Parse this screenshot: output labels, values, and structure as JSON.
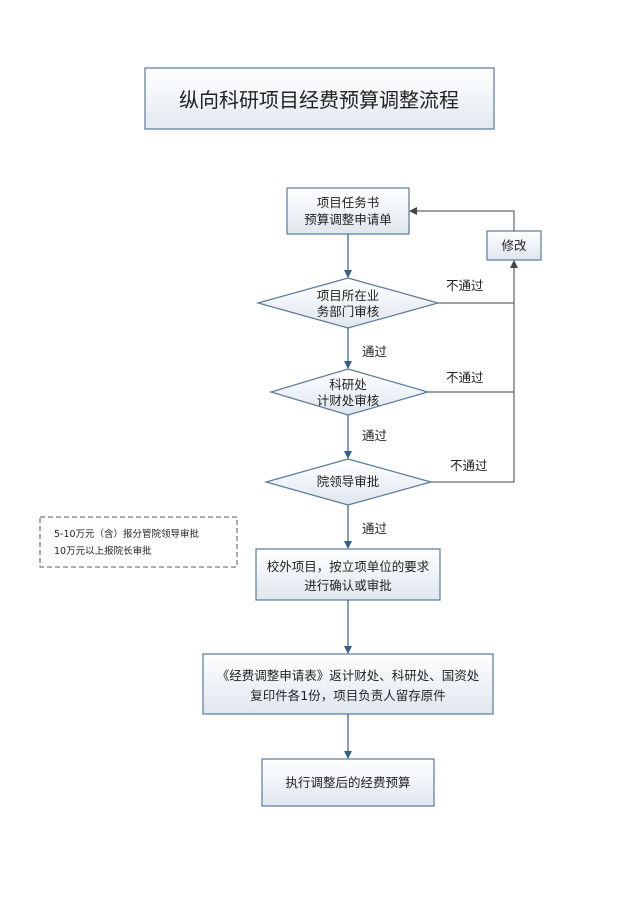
{
  "title": "纵向科研项目经费预算调整流程",
  "nodes": {
    "start": [
      "项目任务书",
      "预算调整申请单"
    ],
    "modify": "修改",
    "dept_review": [
      "项目所在业",
      "务部门审核"
    ],
    "finance_review": [
      "科研处",
      "计财处审核"
    ],
    "leader_approve": "院领导审批",
    "external": [
      "校外项目，按立项单位的要求",
      "进行确认或审批"
    ],
    "submit_form": [
      "《经费调整申请表》返计财处、科研处、国资处",
      "复印件各1份，项目负责人留存原件"
    ],
    "execute": "执行调整后的经费预算"
  },
  "edges": {
    "pass_1": "通过",
    "pass_2": "通过",
    "pass_3": "通过",
    "fail_1": "不通过",
    "fail_2": "不通过",
    "fail_3": "不通过"
  },
  "note": [
    "5-10万元（含）报分管院领导审批",
    "10万元以上报院长审批"
  ],
  "colors": {
    "box_fill_top": "#ffffff",
    "box_fill_bottom": "#dfe6ee",
    "border": "#5a7a9a",
    "arrow": "#365f85"
  }
}
